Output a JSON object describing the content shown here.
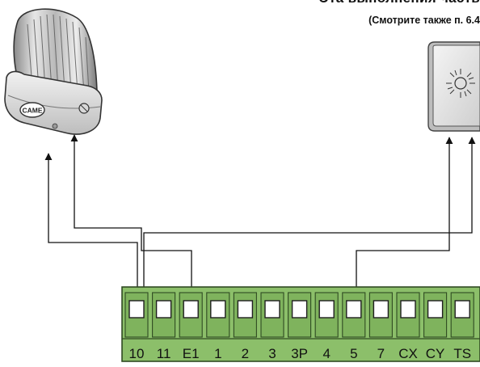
{
  "header": {
    "title": "Эта выполнения часть",
    "subtitle": "(Смотрите также п. 6.4"
  },
  "devices": {
    "lamp": {
      "icon": "flashing-lamp-icon",
      "brand": "CAME"
    },
    "indicator": {
      "icon": "warning-light-icon"
    }
  },
  "terminal_block": {
    "terminals": [
      "10",
      "11",
      "E1",
      "1",
      "2",
      "3",
      "3P",
      "4",
      "5",
      "7",
      "CX",
      "CY",
      "TS"
    ],
    "color": "#8cbf6a",
    "border_color": "#2f4a22"
  },
  "wiring": [
    {
      "name": "lamp-wire-left",
      "from": "lamp",
      "to_terminal": "10"
    },
    {
      "name": "lamp-wire-right",
      "from": "lamp",
      "to_terminal": "E1"
    },
    {
      "name": "indicator-wire-left",
      "from": "indicator",
      "to_terminal": "5"
    },
    {
      "name": "indicator-wire-right",
      "from": "indicator",
      "to_terminal": "10"
    }
  ]
}
